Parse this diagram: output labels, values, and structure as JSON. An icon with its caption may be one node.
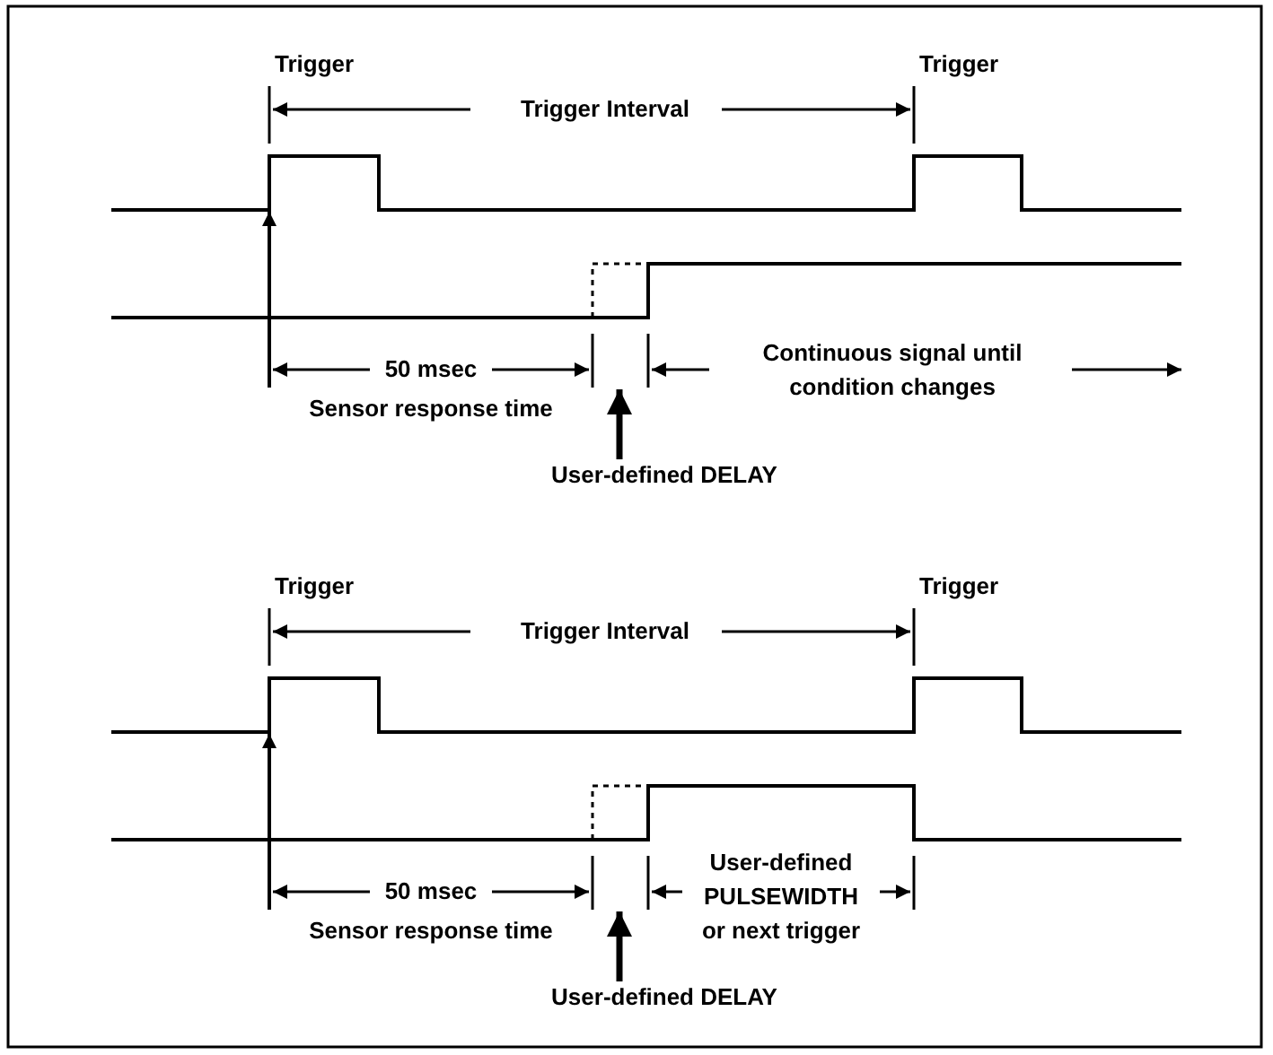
{
  "diagram": {
    "nodes": [
      {
        "text": [
          "User-defined DELAY"
        ]
      },
      {
        "text": [
          "User-defined DELAY"
        ]
      }
    ],
    "edges": [
      {
        "from": 0,
        "to": null,
        "arrow": "to"
      },
      {
        "from": 1,
        "to": null,
        "arrow": "to"
      }
    ],
    "labels": [
      "Trigger",
      "Trigger",
      "Trigger Interval",
      "50 msec",
      "Continuous signal until condition changes",
      "Sensor response time",
      "Trigger",
      "Trigger",
      "Trigger Interval",
      "User-defined PULSEWIDTH or next trigger",
      "50 msec",
      "Sensor response time"
    ]
  }
}
